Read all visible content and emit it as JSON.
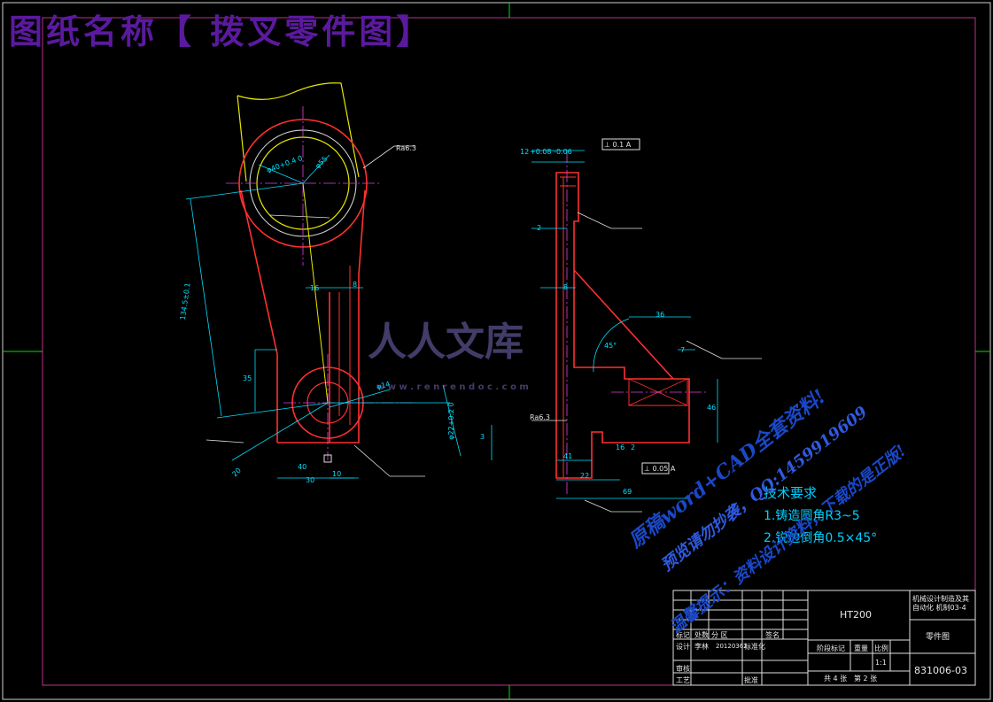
{
  "title": "图纸名称【 拨叉零件图】",
  "part_number": "831006-03",
  "material": "HT200",
  "organization": "机械设计制造及其自动化 机制03-4",
  "drawing_name": "零件图",
  "scale": "1:1",
  "sheets": "共 4 张",
  "sheet_no": "第 2 张",
  "title_block": {
    "mark": "标记",
    "count": "处数",
    "zone": "分 区",
    "signature": "签名",
    "design": "设计",
    "designer": "李林",
    "designer_id": "20120362",
    "standardize": "标准化",
    "stage_mark": "阶段标记",
    "weight": "重量",
    "ratio": "比例",
    "review": "审核",
    "process": "工艺",
    "approve": "批准"
  },
  "tech_req": {
    "heading": "技术要求",
    "line1": "1.铸造圆角R3~5",
    "line2": "2.锐边倒角0.5×45°"
  },
  "watermark": {
    "brand": "人人文库",
    "site": "w w w . r e n r e n d o c . c o m",
    "line1": "原稿word+CAD全套资料!",
    "line2": "预览请勿抄袭，QQ:1459919609",
    "line3": "温馨提示：资料设计资料，下载的是正版!"
  },
  "dims": {
    "roughness_top": "Ra6.3",
    "roughness_mid": "Ra6.3",
    "phi_hole_top": "φ40+0.4 0",
    "phi_outer_top": "φ55",
    "center_dist": "134.5±0.1",
    "d16": "16",
    "d8": "8",
    "d35": "35",
    "phi14": "φ14",
    "d30a": "30",
    "d10": "10",
    "d20": "20",
    "d40": "40",
    "phi22": "φ22+0.2 0",
    "d12": "12",
    "d008_top": "+0.08 -0.06",
    "tol_box_top": "⊥ 0.1 A",
    "d2": "2",
    "d8b": "8",
    "d36": "36",
    "d7": "7",
    "ang45": "45°",
    "d46": "46",
    "d3": "3",
    "d41": "41",
    "d22": "22",
    "d69": "69",
    "tol_box_bot": "⊥ 0.05 A",
    "d16b": "16",
    "d2b": "2"
  }
}
